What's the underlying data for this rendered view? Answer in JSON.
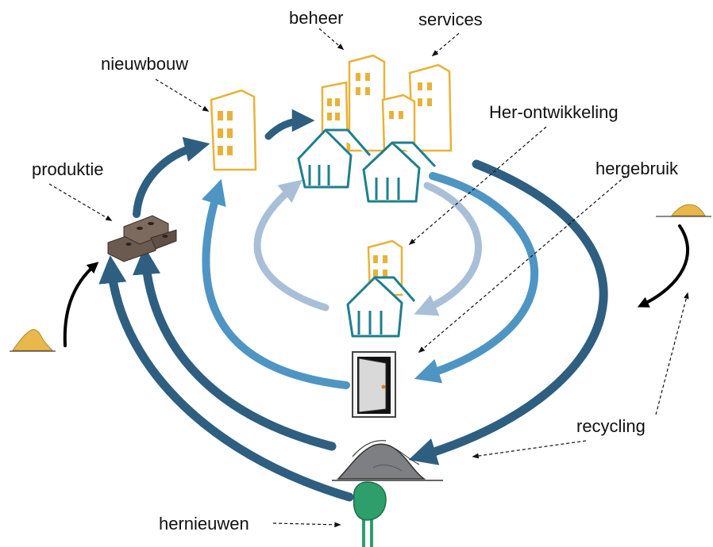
{
  "labels": {
    "beheer": "beheer",
    "services": "services",
    "nieuwbouw": "nieuwbouw",
    "produktie": "produktie",
    "herontwikkeling": "Her-ontwikkeling",
    "hergebruik": "hergebruik",
    "recycling": "recycling",
    "hernieuwen": "hernieuwen"
  },
  "colors": {
    "dark_arrow": "#2e5f80",
    "mid_arrow": "#4f95c4",
    "light_arrow": "#a9bfd8",
    "black_arrow": "#000000",
    "building_yellow": "#e8b23a",
    "house_teal": "#1f7f8e",
    "brick": "#6b5a4f",
    "sand": "#e9b84a",
    "rubble_gray": "#7d7f82",
    "tree_green": "#2e9e6a"
  },
  "icons": [
    "office-building-icon",
    "house-icon",
    "bricks-icon",
    "sand-pile-icon",
    "door-icon",
    "rubble-pile-icon",
    "tree-icon"
  ]
}
